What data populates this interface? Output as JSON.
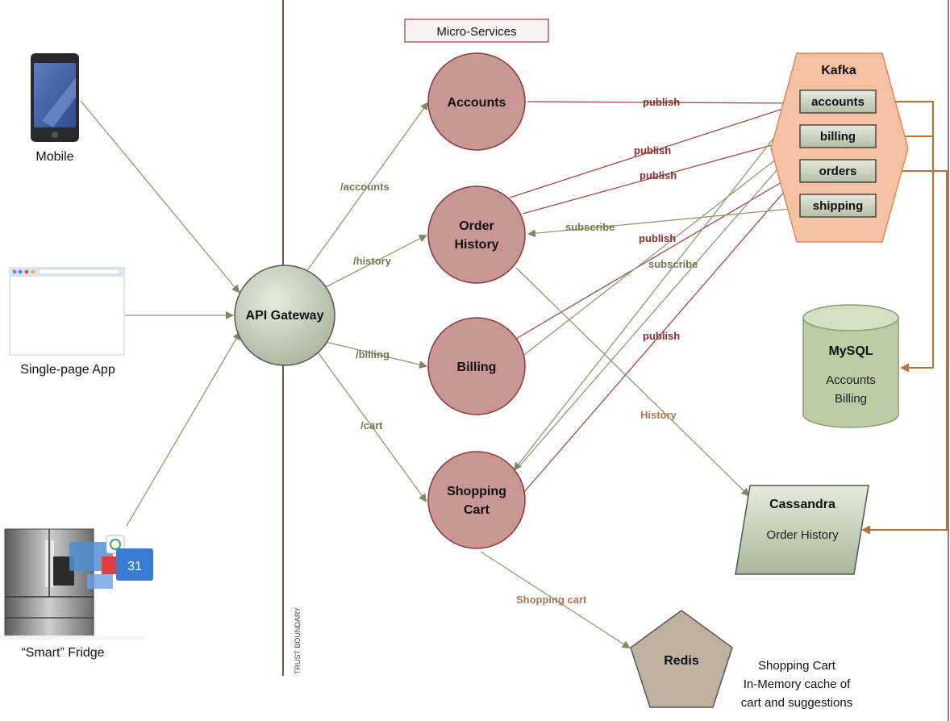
{
  "header": {
    "title": "Micro-Services"
  },
  "clients": {
    "mobile": "Mobile",
    "spa": "Single-page App",
    "fridge": "“Smart” Fridge"
  },
  "gateway": {
    "label": "API Gateway"
  },
  "trust_boundary": {
    "label": "TRUST BOUNDARY"
  },
  "routes": {
    "accounts": "/accounts",
    "history": "/history",
    "billing": "/billing",
    "cart": "/cart"
  },
  "services": {
    "accounts": {
      "line1": "Accounts"
    },
    "order_history": {
      "line1": "Order",
      "line2": "History"
    },
    "billing": {
      "line1": "Billing"
    },
    "shopping_cart": {
      "line1": "Shopping",
      "line2": "Cart"
    }
  },
  "kafka": {
    "title": "Kafka",
    "topics": [
      "accounts",
      "billing",
      "orders",
      "shipping"
    ]
  },
  "edge_labels": {
    "publish_accounts": "publish",
    "publish_oh_1": "publish",
    "publish_oh_2": "publish",
    "subscribe_oh": "subscribe",
    "publish_billing": "publish",
    "subscribe_mid": "subscribe",
    "publish_cart": "publish",
    "history": "History",
    "shopping_cart": "Shopping cart"
  },
  "mysql": {
    "title": "MySQL",
    "line1": "Accounts",
    "line2": "Billing"
  },
  "cassandra": {
    "title": "Cassandra",
    "line1": "Order History"
  },
  "redis": {
    "title": "Redis",
    "note1": "Shopping Cart",
    "note2": "In-Memory cache of",
    "note3": "cart and suggestions"
  },
  "fridge_badge": "31",
  "colors": {
    "service_fill": "#c99696",
    "service_stroke": "#8b3a3a",
    "gateway_fill": "#c8cfc0",
    "kafka_fill": "#f4c1a3",
    "kafka_stroke": "#d98a5c",
    "topic_fill": "#c6cfbb",
    "mysql_fill": "#bccda6",
    "red_edge": "#a24a4a",
    "green_edge": "#8c9a76",
    "orange_edge": "#b9713b"
  }
}
